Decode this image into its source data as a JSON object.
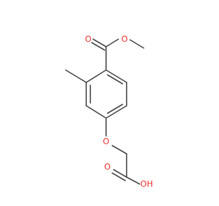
{
  "molecule": {
    "colors": {
      "bond": "#404040",
      "oxygen": "#e8302a",
      "background": "#ffffff"
    },
    "labels": {
      "ester_carbonyl_o": "O",
      "ester_o": "O",
      "ether_o": "O",
      "acid_carbonyl_o": "O",
      "acid_oh": "OH"
    }
  }
}
